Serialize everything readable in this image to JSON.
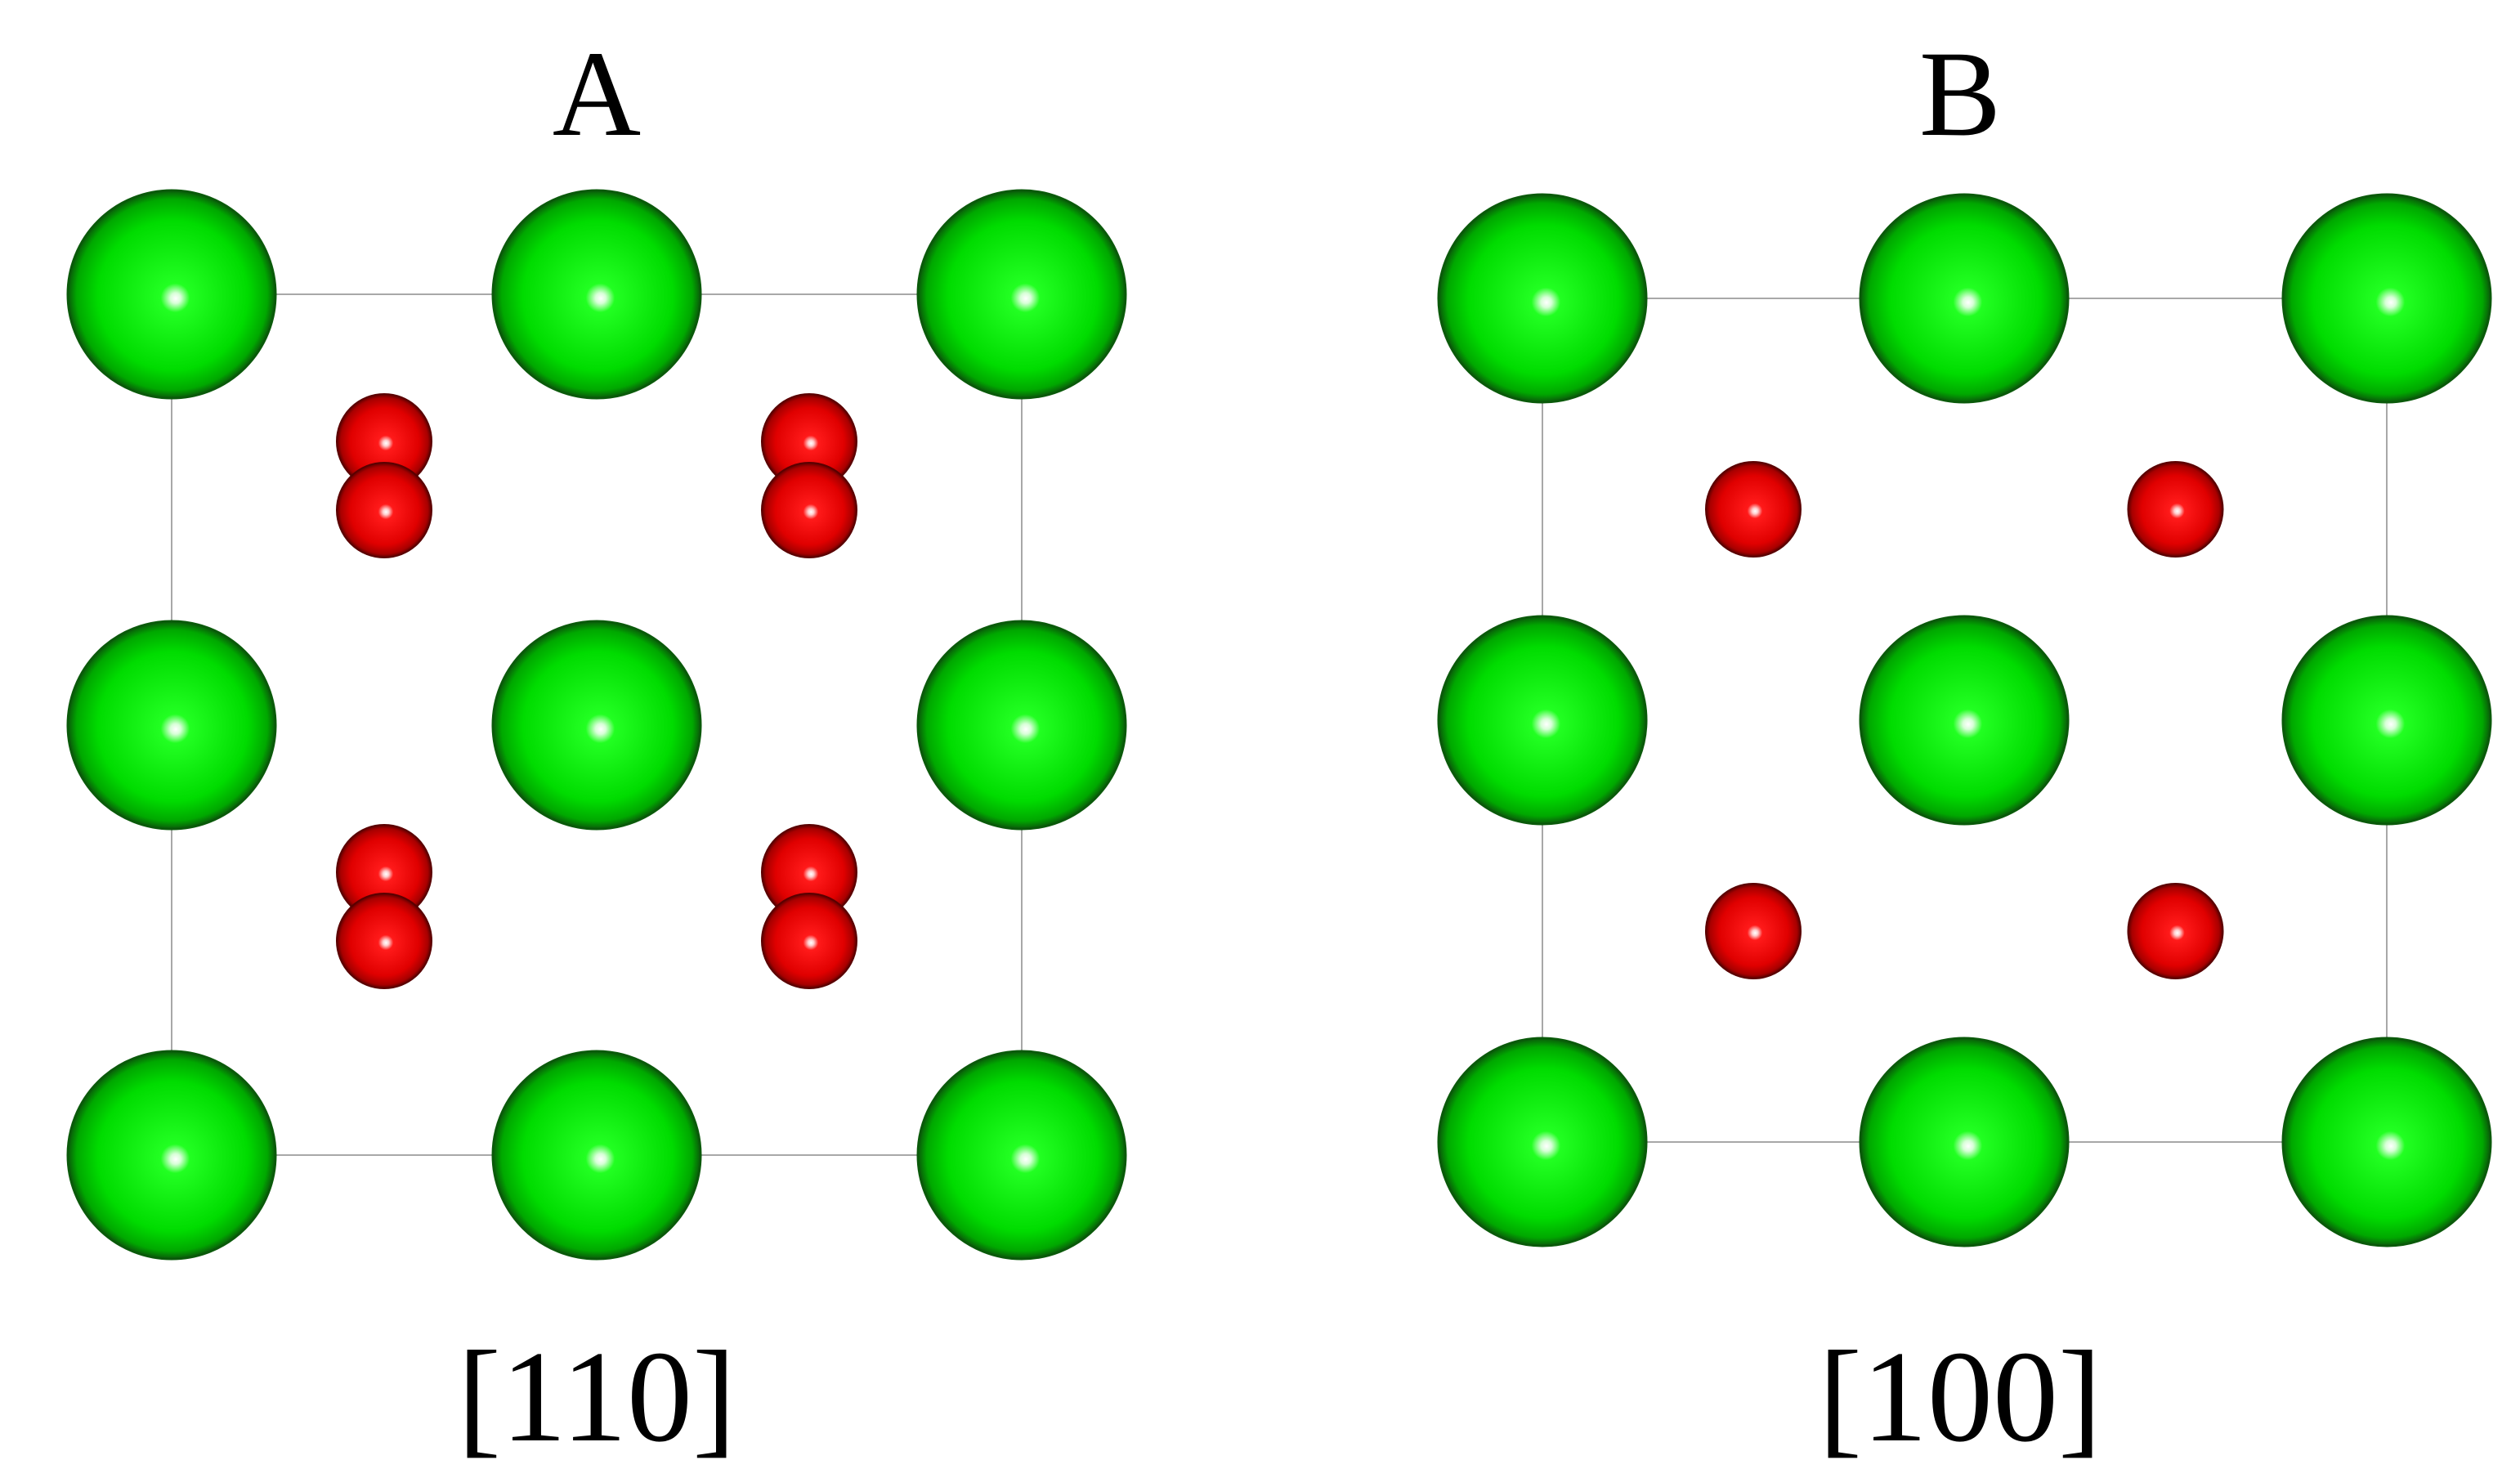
{
  "colors": {
    "large_atom": "#00e000",
    "large_atom_dark": "#0a5a0a",
    "small_atom": "#e00000",
    "small_atom_dark": "#5a0000",
    "cell_edge": "#a8a8a8"
  },
  "panels": [
    {
      "title": "A",
      "direction": "[110]",
      "small_atom_layout": "overlapping-pairs"
    },
    {
      "title": "B",
      "direction": "[100]",
      "small_atom_layout": "single"
    }
  ]
}
